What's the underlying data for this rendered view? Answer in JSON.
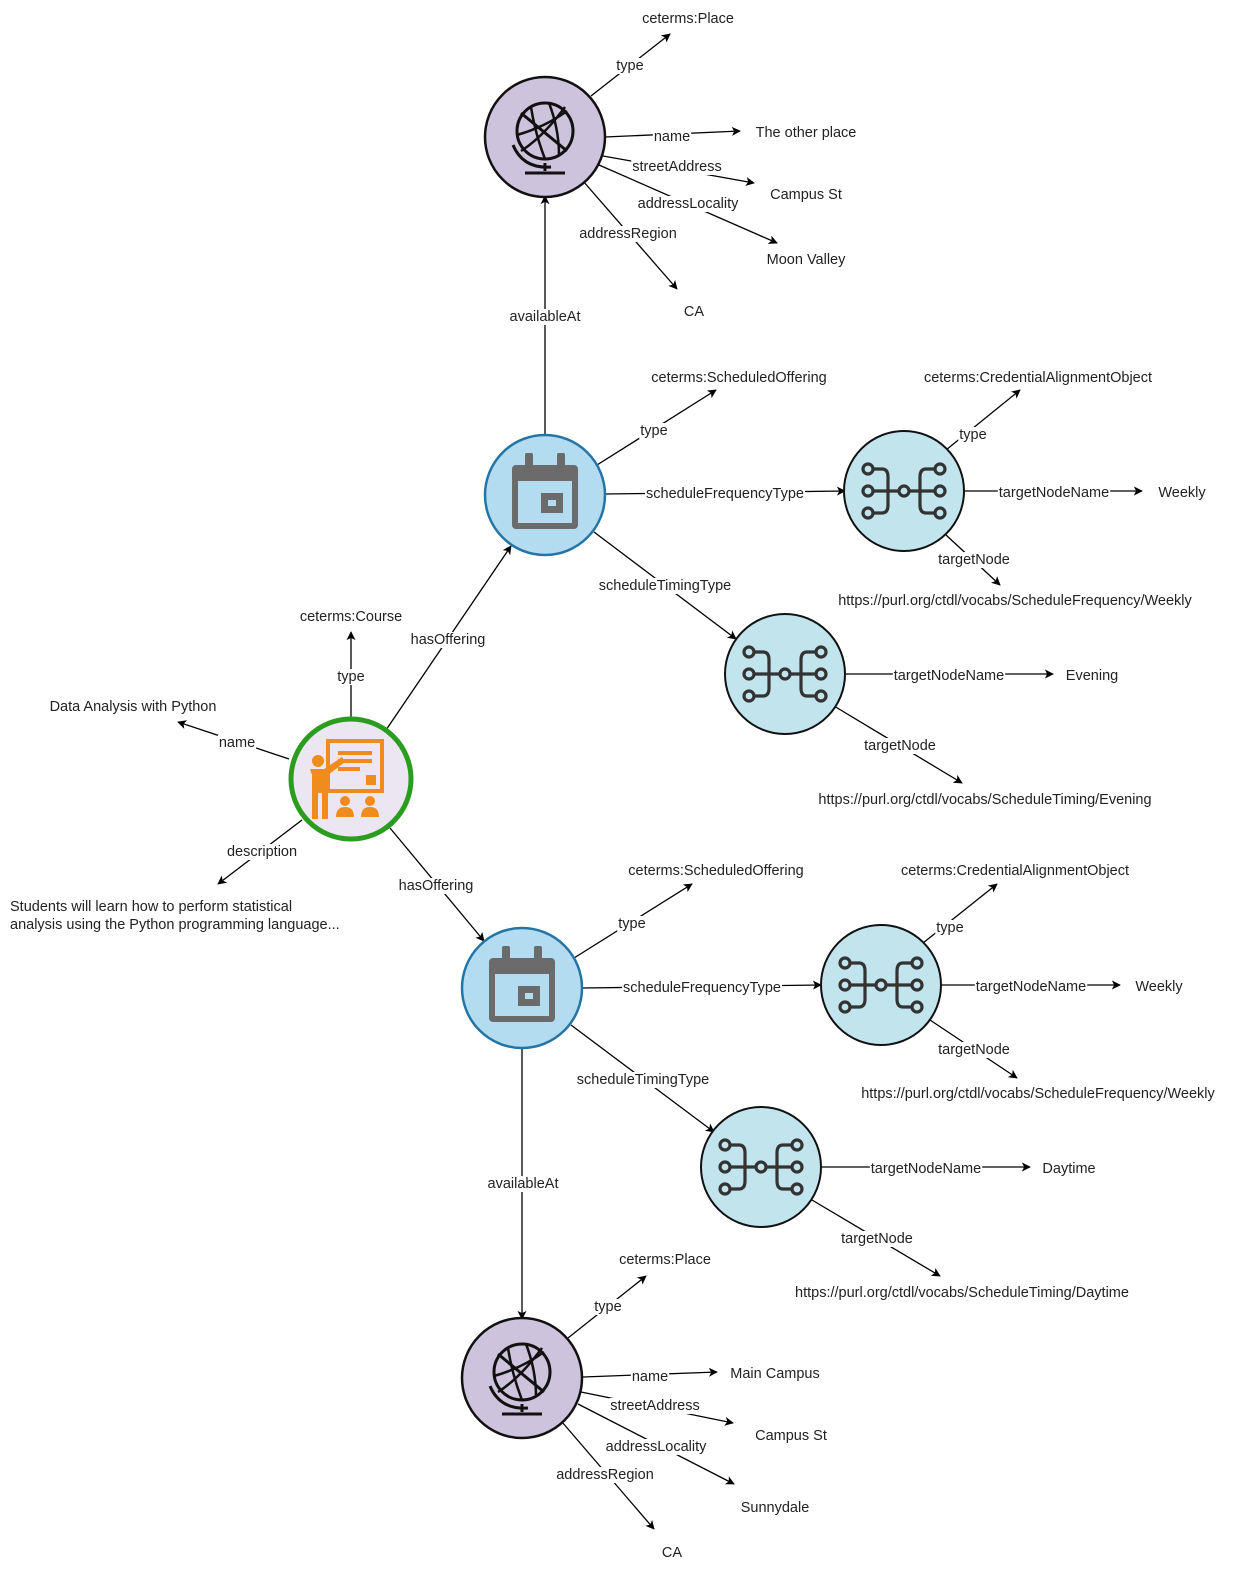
{
  "nodes": {
    "course": {
      "icon": "teacher-icon",
      "fill": "#ece6f2",
      "stroke": "#2a9d1f"
    },
    "offering1": {
      "icon": "calendar-icon",
      "fill": "#b3dcf0",
      "stroke": "#2475a6"
    },
    "offering2": {
      "icon": "calendar-icon",
      "fill": "#b3dcf0",
      "stroke": "#2475a6"
    },
    "place1": {
      "icon": "globe-icon",
      "fill": "#cdc3dc",
      "stroke": "#111111"
    },
    "place2": {
      "icon": "globe-icon",
      "fill": "#cdc3dc",
      "stroke": "#111111"
    },
    "cao1": {
      "icon": "tree-structure-icon",
      "fill": "#c2e4ec",
      "stroke": "#111111"
    },
    "cao2": {
      "icon": "tree-structure-icon",
      "fill": "#c2e4ec",
      "stroke": "#111111"
    },
    "cao3": {
      "icon": "tree-structure-icon",
      "fill": "#c2e4ec",
      "stroke": "#111111"
    },
    "cao4": {
      "icon": "tree-structure-icon",
      "fill": "#c2e4ec",
      "stroke": "#111111"
    }
  },
  "texts": {
    "p1_type": "ceterms:Place",
    "p1_name": "The other place",
    "p1_street": "Campus St",
    "p1_locality": "Moon Valley",
    "p1_region": "CA",
    "o1_type": "ceterms:ScheduledOffering",
    "c1_type": "ceterms:CredentialAlignmentObject",
    "c1_tnn": "Weekly",
    "c1_tn": "https://purl.org/ctdl/vocabs/ScheduleFrequency/Weekly",
    "c2_tnn": "Evening",
    "c2_tn": "https://purl.org/ctdl/vocabs/ScheduleTiming/Evening",
    "course_type": "ceterms:Course",
    "course_name": "Data Analysis with Python",
    "course_desc_1": "Students will learn how to perform statistical",
    "course_desc_2": "analysis using the Python programming language...",
    "o2_type": "ceterms:ScheduledOffering",
    "c3_type": "ceterms:CredentialAlignmentObject",
    "c3_tnn": "Weekly",
    "c3_tn": "https://purl.org/ctdl/vocabs/ScheduleFrequency/Weekly",
    "c4_tnn": "Daytime",
    "c4_tn": "https://purl.org/ctdl/vocabs/ScheduleTiming/Daytime",
    "p2_type": "ceterms:Place",
    "p2_name": "Main Campus",
    "p2_street": "Campus St",
    "p2_locality": "Sunnydale",
    "p2_region": "CA"
  },
  "edge_labels": {
    "p1_type": "type",
    "p1_name": "name",
    "p1_street": "streetAddress",
    "p1_locality": "addressLocality",
    "p1_region": "addressRegion",
    "o1_availableAt": "availableAt",
    "o1_type": "type",
    "o1_freq": "scheduleFrequencyType",
    "o1_timing": "scheduleTimingType",
    "c1_type": "type",
    "c1_tnn": "targetNodeName",
    "c1_tn": "targetNode",
    "c2_tnn": "targetNodeName",
    "c2_tn": "targetNode",
    "course_type": "type",
    "course_hasOffering1": "hasOffering",
    "course_name": "name",
    "course_desc": "description",
    "course_hasOffering2": "hasOffering",
    "o2_type": "type",
    "o2_freq": "scheduleFrequencyType",
    "o2_timing": "scheduleTimingType",
    "o2_availableAt": "availableAt",
    "c3_type": "type",
    "c3_tnn": "targetNodeName",
    "c3_tn": "targetNode",
    "c4_tnn": "targetNodeName",
    "c4_tn": "targetNode",
    "p2_type": "type",
    "p2_name": "name",
    "p2_street": "streetAddress",
    "p2_locality": "addressLocality",
    "p2_region": "addressRegion"
  }
}
